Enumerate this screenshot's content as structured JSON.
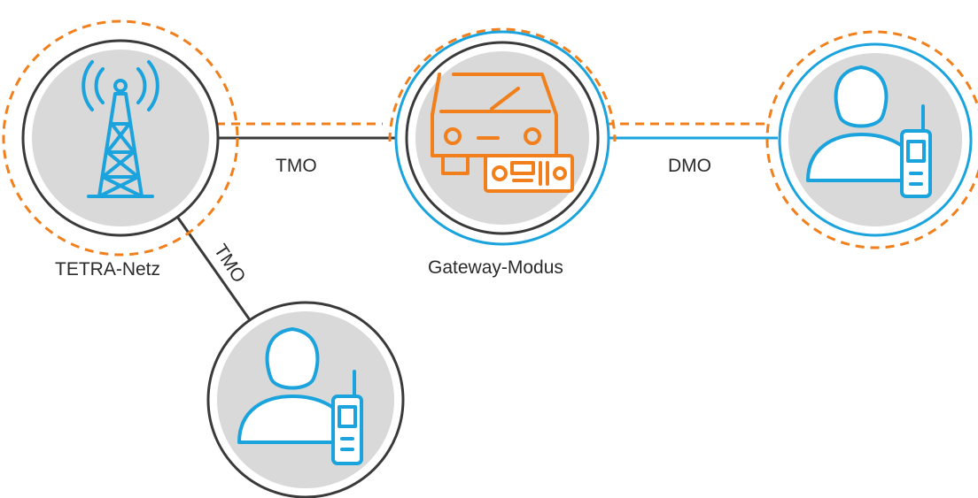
{
  "colors": {
    "orange": "#f07f1c",
    "blue": "#1aa3dd",
    "dark": "#3a3a3a",
    "gray": "#d9d9d9"
  },
  "nodes": {
    "tetra": {
      "label": "TETRA-Netz",
      "icon": "radio-tower-icon"
    },
    "gateway": {
      "label": "Gateway-Modus",
      "icon": "car-with-radio-icon"
    },
    "dmo_user": {
      "icon": "person-with-handheld-radio-icon"
    },
    "tmo_user": {
      "icon": "person-with-handheld-radio-icon"
    }
  },
  "links": {
    "tetra_gateway": "TMO",
    "gateway_dmo": "DMO",
    "tetra_user": "TMO"
  }
}
